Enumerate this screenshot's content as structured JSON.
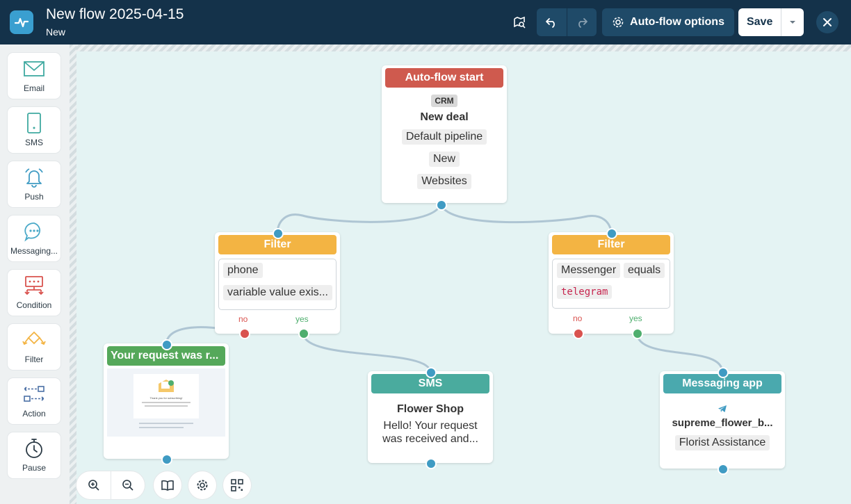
{
  "header": {
    "title": "New flow 2025-04-15",
    "subtitle": "New",
    "autoflow_options_label": "Auto-flow options",
    "save_label": "Save"
  },
  "toolbox": [
    {
      "label": "Email",
      "icon": "email-icon"
    },
    {
      "label": "SMS",
      "icon": "sms-icon"
    },
    {
      "label": "Push",
      "icon": "push-bell-icon"
    },
    {
      "label": "Messaging...",
      "icon": "messaging-icon"
    },
    {
      "label": "Condition",
      "icon": "condition-icon"
    },
    {
      "label": "Filter",
      "icon": "filter-icon"
    },
    {
      "label": "Action",
      "icon": "action-icon"
    },
    {
      "label": "Pause",
      "icon": "pause-timer-icon"
    }
  ],
  "nodes": {
    "start": {
      "header": "Auto-flow start",
      "badge": "CRM",
      "title": "New deal",
      "chips": [
        "Default pipeline",
        "New",
        "Websites"
      ]
    },
    "filter_left": {
      "header": "Filter",
      "chip1": "phone",
      "chip2": "variable value exis...",
      "no": "no",
      "yes": "yes"
    },
    "filter_right": {
      "header": "Filter",
      "chip1": "Messenger",
      "chip2": "equals",
      "chip3": "telegram",
      "no": "no",
      "yes": "yes"
    },
    "email": {
      "header": "Your request was r...",
      "preview_text": "Thank you for subscribing!"
    },
    "sms": {
      "header": "SMS",
      "title": "Flower Shop",
      "body_line1": "Hello! Your request",
      "body_line2": "was received and..."
    },
    "messaging": {
      "header": "Messaging app",
      "bot": "supreme_flower_b...",
      "chip": "Florist Assistance"
    }
  },
  "colors": {
    "header_bg": "#14324a",
    "start_header": "#cf5a4e",
    "filter_header": "#f3b443",
    "email_header": "#55a85a",
    "sms_header": "#4aab9e",
    "messaging_header": "#4aa9ae",
    "connector": "#aec5d3"
  }
}
